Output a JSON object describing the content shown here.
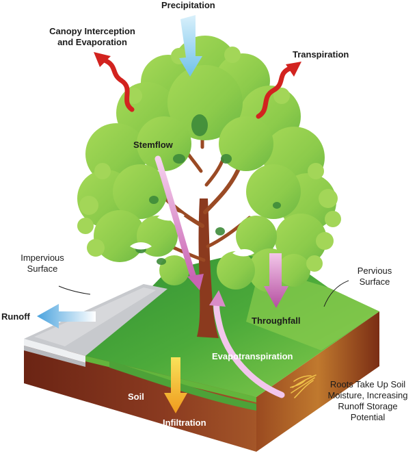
{
  "labels": {
    "precipitation": "Precipitation",
    "canopy_line1": "Canopy Interception",
    "canopy_line2": "and Evaporation",
    "transpiration": "Transpiration",
    "stemflow": "Stemflow",
    "impervious_line1": "Impervious",
    "impervious_line2": "Surface",
    "pervious_line1": "Pervious",
    "pervious_line2": "Surface",
    "runoff": "Runoff",
    "throughfall": "Throughfall",
    "evapotranspiration": "Evapotranspiration",
    "soil": "Soil",
    "infiltration": "Infiltration",
    "roots_line1": "Roots Take Up Soil",
    "roots_line2": "Moisture, Increasing",
    "roots_line3": "Runoff Storage",
    "roots_line4": "Potential"
  },
  "colors": {
    "foliage": "#8fce4a",
    "foliage_dark": "#3e8b3a",
    "grass": "#5ab03a",
    "soil": "#7a2d1a",
    "trunk": "#8b3a1e",
    "pavement": "#c9cbcf",
    "precip_arrow": "#8fd0ee",
    "evap_arrow": "#d2231f",
    "flow_arrow": "#c36ab0",
    "infiltration_arrow": "#f2b21b",
    "runoff_arrow": "#6db8e6"
  }
}
